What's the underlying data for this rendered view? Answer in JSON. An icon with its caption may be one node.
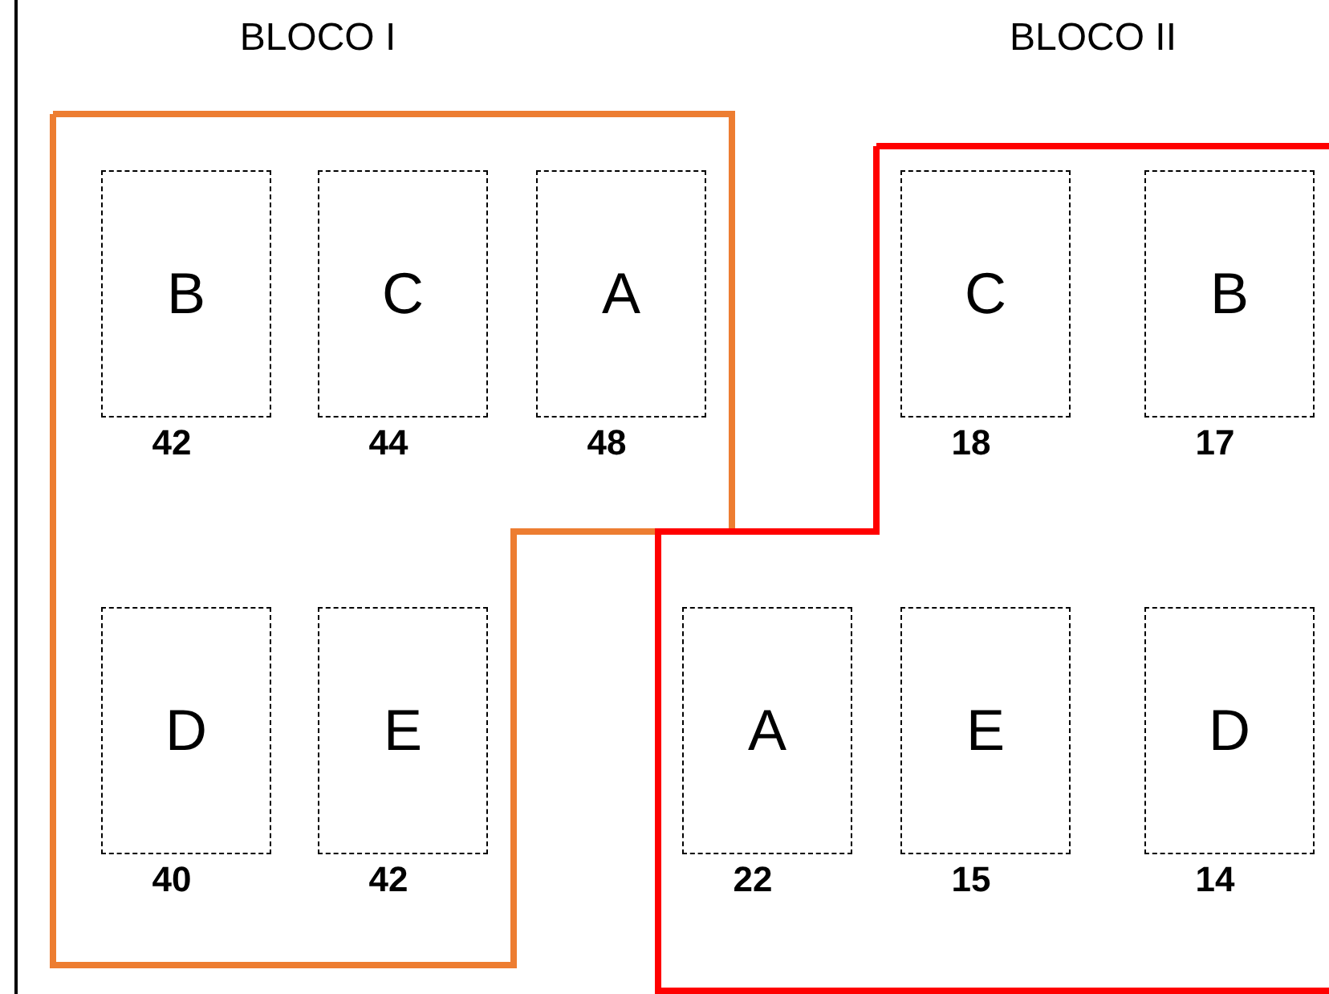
{
  "diagram": {
    "nodes": [
      {
        "text": [
          "BLOCO I"
        ]
      },
      {
        "text": [
          "B"
        ],
        "in": 0,
        "beside": [
          "42"
        ]
      },
      {
        "text": [
          "C"
        ],
        "in": 0,
        "beside": [
          "44"
        ]
      },
      {
        "text": [
          "A"
        ],
        "in": 0,
        "beside": [
          "48"
        ]
      },
      {
        "text": [
          "D"
        ],
        "in": 0,
        "beside": [
          "40"
        ]
      },
      {
        "text": [
          "E"
        ],
        "in": 0,
        "beside": [
          "42"
        ]
      },
      {
        "text": [
          "BLOCO II"
        ]
      },
      {
        "text": [
          "C"
        ],
        "in": 6,
        "beside": [
          "18"
        ]
      },
      {
        "text": [
          "B"
        ],
        "in": 6,
        "beside": [
          "17"
        ]
      },
      {
        "text": [
          "A"
        ],
        "in": 6,
        "beside": [
          "22"
        ]
      },
      {
        "text": [
          "E"
        ],
        "in": 6,
        "beside": [
          "15"
        ]
      },
      {
        "text": [
          "D"
        ],
        "in": 6,
        "beside": [
          "14"
        ]
      }
    ]
  }
}
